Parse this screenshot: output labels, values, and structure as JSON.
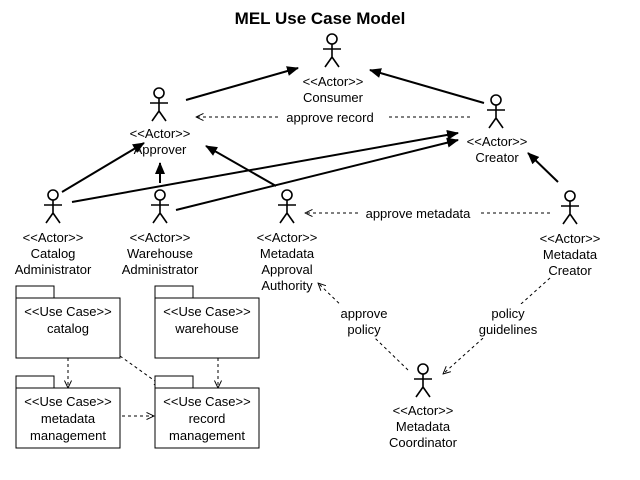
{
  "title": "MEL Use Case Model",
  "actors": {
    "consumer": [
      "<<Actor>>",
      "Consumer"
    ],
    "approver": [
      "<<Actor>>",
      "Approver"
    ],
    "creator": [
      "<<Actor>>",
      "Creator"
    ],
    "catalog_admin": [
      "<<Actor>>",
      "Catalog",
      "Administrator"
    ],
    "warehouse_admin": [
      "<<Actor>>",
      "Warehouse",
      "Administrator"
    ],
    "metadata_approval_authority": [
      "<<Actor>>",
      "Metadata",
      "Approval",
      "Authority"
    ],
    "metadata_creator": [
      "<<Actor>>",
      "Metadata",
      "Creator"
    ],
    "metadata_coordinator": [
      "<<Actor>>",
      "Metadata",
      "Coordinator"
    ]
  },
  "use_cases": {
    "catalog": [
      "<<Use Case>>",
      "catalog"
    ],
    "warehouse": [
      "<<Use Case>>",
      "warehouse"
    ],
    "metadata_management": [
      "<<Use Case>>",
      "metadata",
      "management"
    ],
    "record_management": [
      "<<Use Case>>",
      "record",
      "management"
    ]
  },
  "relations": {
    "approve_record": "approve record",
    "approve_metadata": "approve metadata",
    "approve_policy": [
      "approve",
      "policy"
    ],
    "policy_guidelines": [
      "policy",
      "guidelines"
    ]
  }
}
